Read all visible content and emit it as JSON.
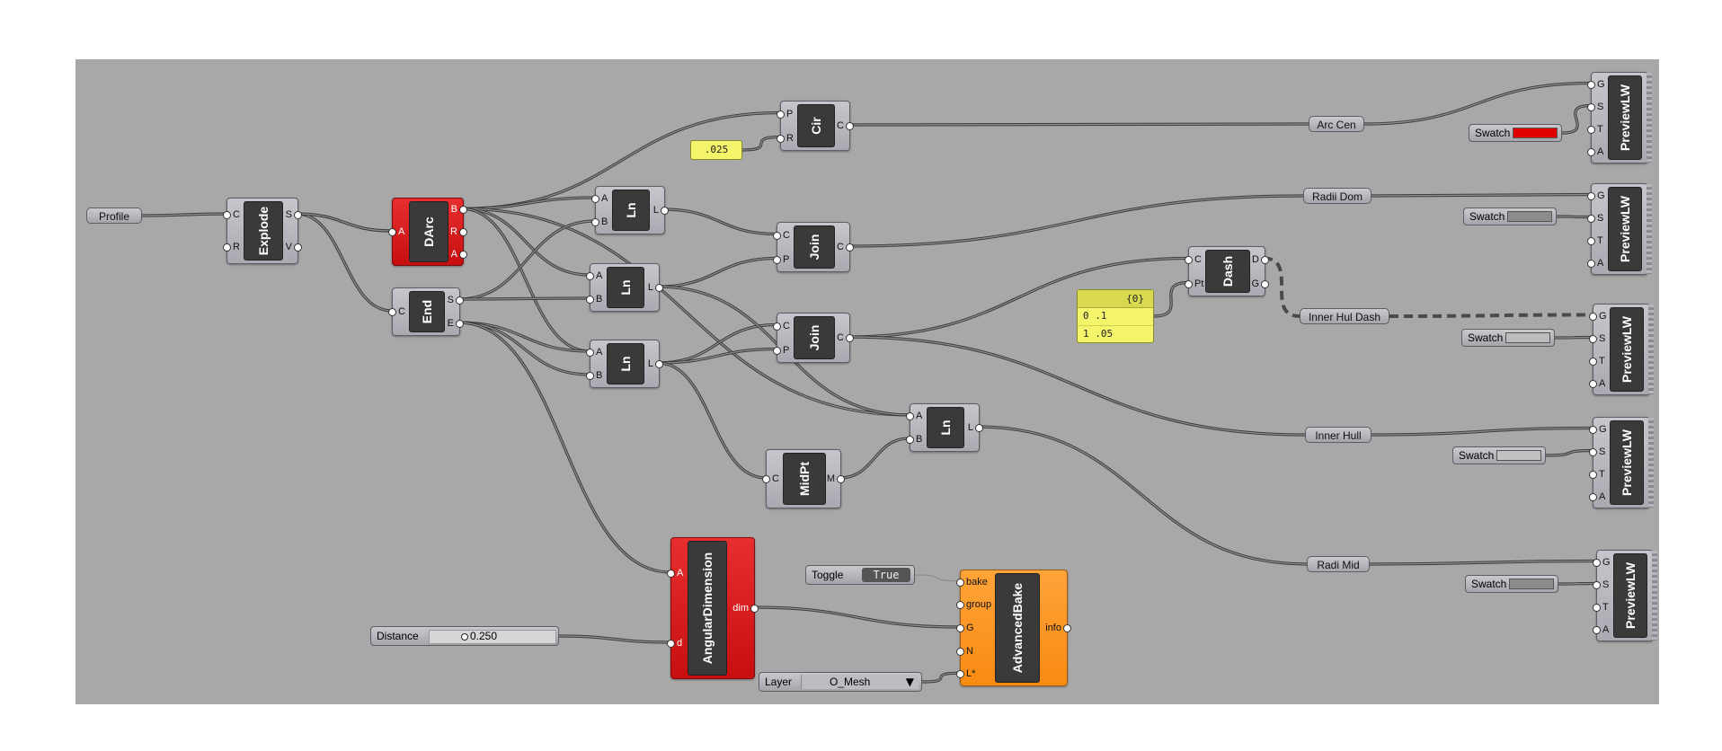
{
  "components": {
    "explode": {
      "name": "Explode",
      "inputs": [
        "C",
        "R"
      ],
      "outputs": [
        "S",
        "V"
      ]
    },
    "darc": {
      "name": "DArc",
      "inputs": [
        "A"
      ],
      "outputs": [
        "B",
        "R",
        "A"
      ]
    },
    "end": {
      "name": "End",
      "inputs": [
        "C"
      ],
      "outputs": [
        "S",
        "E"
      ]
    },
    "cir": {
      "name": "Cir",
      "inputs": [
        "P",
        "R"
      ],
      "outputs": [
        "C"
      ]
    },
    "ln1": {
      "name": "Ln",
      "inputs": [
        "A",
        "B"
      ],
      "outputs": [
        "L"
      ]
    },
    "ln2": {
      "name": "Ln",
      "inputs": [
        "A",
        "B"
      ],
      "outputs": [
        "L"
      ]
    },
    "ln3": {
      "name": "Ln",
      "inputs": [
        "A",
        "B"
      ],
      "outputs": [
        "L"
      ]
    },
    "ln4": {
      "name": "Ln",
      "inputs": [
        "A",
        "B"
      ],
      "outputs": [
        "L"
      ]
    },
    "join1": {
      "name": "Join",
      "inputs": [
        "C",
        "P"
      ],
      "outputs": [
        "C"
      ]
    },
    "join2": {
      "name": "Join",
      "inputs": [
        "C",
        "P"
      ],
      "outputs": [
        "C"
      ]
    },
    "dash": {
      "name": "Dash",
      "inputs": [
        "C",
        "Pt"
      ],
      "outputs": [
        "D",
        "G"
      ]
    },
    "midpt": {
      "name": "MidPt",
      "inputs": [
        "C"
      ],
      "outputs": [
        "M"
      ]
    },
    "angdim": {
      "name": "AngularDimension",
      "inputs": [
        "A",
        "d"
      ],
      "outputs": [
        "dim"
      ]
    },
    "bake": {
      "name": "AdvancedBake",
      "inputs": [
        "bake",
        "group",
        "G",
        "N",
        "L*"
      ],
      "outputs": [
        "info"
      ]
    },
    "preview1": {
      "name": "PreviewLW",
      "inputs": [
        "G",
        "S",
        "T",
        "A"
      ]
    },
    "preview2": {
      "name": "PreviewLW",
      "inputs": [
        "G",
        "S",
        "T",
        "A"
      ]
    },
    "preview3": {
      "name": "PreviewLW",
      "inputs": [
        "G",
        "S",
        "T",
        "A"
      ]
    },
    "preview4": {
      "name": "PreviewLW",
      "inputs": [
        "G",
        "S",
        "T",
        "A"
      ]
    },
    "preview5": {
      "name": "PreviewLW",
      "inputs": [
        "G",
        "S",
        "T",
        "A"
      ]
    }
  },
  "params": {
    "profile": "Profile",
    "arc_cen": "Arc Cen",
    "radii_dom": "Radii Dom",
    "inner_hul_dash": "Inner Hul Dash",
    "inner_hull": "Inner Hull",
    "radi_mid": "Radi Mid"
  },
  "panels": {
    "radius": ".025",
    "dash_header": "{0}",
    "dash_rows": [
      {
        "i": "0",
        "v": ".1"
      },
      {
        "i": "1",
        "v": ".05"
      }
    ]
  },
  "swatches": [
    {
      "label": "Swatch",
      "color": "#e00000"
    },
    {
      "label": "Swatch",
      "color": "#8c8c8c"
    },
    {
      "label": "Swatch",
      "color": "#bdbdbd"
    },
    {
      "label": "Swatch",
      "color": "#c2c2c2"
    },
    {
      "label": "Swatch",
      "color": "#8c8c8c"
    }
  ],
  "toggle": {
    "label": "Toggle",
    "value": "True"
  },
  "slider": {
    "label": "Distance",
    "value": "0.250"
  },
  "layer": {
    "label": "Layer",
    "value": "O_Mesh"
  }
}
